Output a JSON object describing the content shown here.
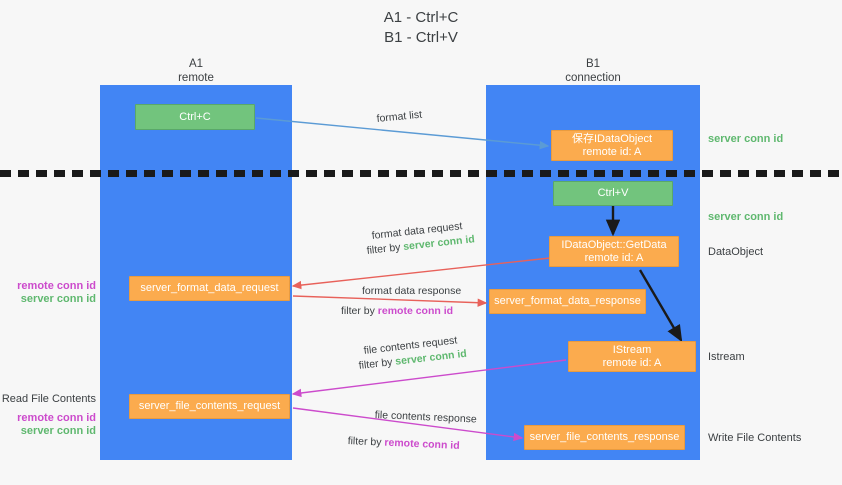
{
  "title": "A1 - Ctrl+C\nB1 - Ctrl+V",
  "lanes": [
    {
      "name": "lane-a",
      "header": "A1\nremote",
      "color": "#4285f4"
    },
    {
      "name": "lane-b",
      "header": "B1\nconnection",
      "color": "#4285f4"
    }
  ],
  "colors": {
    "lane": "#4285f4",
    "green_node": "#72c47d",
    "orange_node": "#fbab4e",
    "server_conn_id": "#5fb86f",
    "remote_conn_id": "#cc4bcc",
    "arrow_light_blue": "#5b9bd5",
    "arrow_red": "#e8615a",
    "arrow_magenta": "#cc4bcc",
    "arrow_dark": "#1a1a1a",
    "background": "#f7f7f7"
  },
  "nodes": [
    {
      "id": "ctrl-c",
      "label": "Ctrl+C",
      "style": "green"
    },
    {
      "id": "save-idataobject",
      "label": "保存IDataObject\nremote id: A",
      "style": "orange"
    },
    {
      "id": "ctrl-v",
      "label": "Ctrl+V",
      "style": "green"
    },
    {
      "id": "idataobject-getdata",
      "label": "IDataObject::GetData\nremote id: A",
      "style": "orange"
    },
    {
      "id": "server-format-data-request",
      "label": "server_format_data_request",
      "style": "orange"
    },
    {
      "id": "server-format-data-response",
      "label": "server_format_data_response",
      "style": "orange"
    },
    {
      "id": "istream",
      "label": "IStream\nremote id: A",
      "style": "orange"
    },
    {
      "id": "server-file-contents-request",
      "label": "server_file_contents_request",
      "style": "orange"
    },
    {
      "id": "server-file-contents-response",
      "label": "server_file_contents_response",
      "style": "orange"
    }
  ],
  "edge_labels": {
    "format_list": "format list",
    "format_data_request": "format data request",
    "format_data_request_filter_prefix": "filter by ",
    "format_data_request_filter_value": "server conn id",
    "format_data_response": "format data response",
    "format_data_response_filter_prefix": "filter by ",
    "format_data_response_filter_value": "remote conn id",
    "file_contents_request": "file contents request",
    "file_contents_request_filter_prefix": "filter by ",
    "file_contents_request_filter_value": "server conn id",
    "file_contents_response": "file contents response",
    "file_contents_response_filter_prefix": "filter by ",
    "file_contents_response_filter_value": "remote conn id"
  },
  "annotations": {
    "right_server_conn_id_top": "server conn id",
    "right_server_conn_id_second": "server conn id",
    "right_dataobject": "DataObject",
    "right_istream": "Istream",
    "right_write_file_contents": "Write File Contents",
    "left_remote_conn_id_1": "remote conn id",
    "left_server_conn_id_1": "server conn id",
    "left_read_file_contents": "Read File Contents",
    "left_remote_conn_id_2": "remote conn id",
    "left_server_conn_id_2": "server conn id"
  }
}
